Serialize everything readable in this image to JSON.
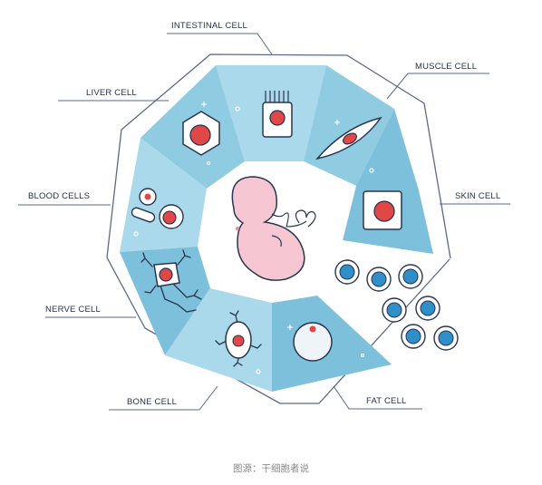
{
  "labels": {
    "intestinal": "INTESTINAL CELL",
    "muscle": "MUSCLE CELL",
    "liver": "LIVER CELL",
    "skin": "SKIN CELL",
    "blood": "BLOOD CELLS",
    "nerve": "NERVE CELL",
    "bone": "BONE CELL",
    "fat": "FAT CELL"
  },
  "caption": "图源：干细胞者说",
  "colors": {
    "segment_dark": "#7cc0db",
    "segment_light": "#a9d9ea",
    "outline": "#2a3550",
    "nucleus": "#e04848",
    "cell_fill": "#ffffff",
    "fat_blue": "#2f8fc9",
    "embryo_pink": "#f6c7d3"
  }
}
